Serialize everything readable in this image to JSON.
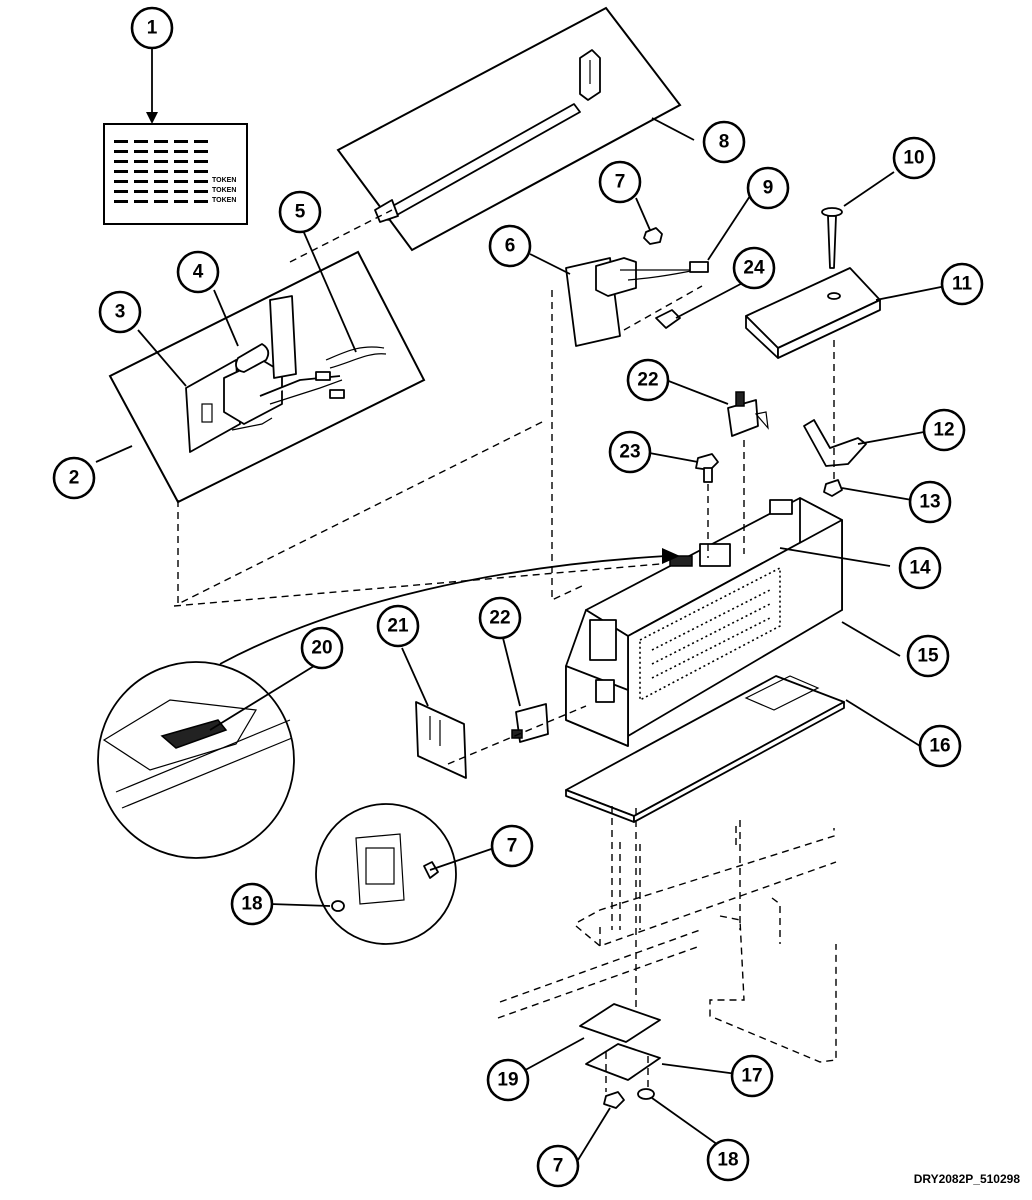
{
  "diagram_code": "DRY2082P_510298",
  "token_label_text": "TOKEN",
  "callouts": [
    "1",
    "2",
    "3",
    "4",
    "5",
    "6",
    "7",
    "8",
    "9",
    "10",
    "11",
    "12",
    "13",
    "14",
    "15",
    "16",
    "17",
    "18",
    "19",
    "20",
    "21",
    "22",
    "23",
    "24"
  ]
}
